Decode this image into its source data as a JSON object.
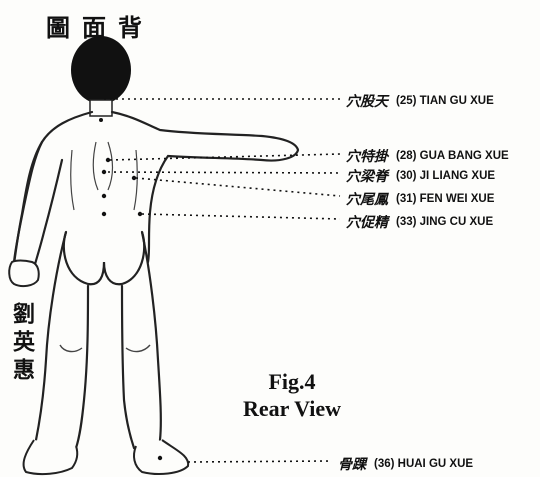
{
  "title_cn": "圖面背",
  "artist_cn": "劉英惠",
  "caption": {
    "fig": "Fig.4",
    "view": "Rear View"
  },
  "points": [
    {
      "cn": "穴股天",
      "en": "(25) TIAN GU XUE"
    },
    {
      "cn": "穴特掛",
      "en": "(28) GUA BANG XUE"
    },
    {
      "cn": "穴梁脊",
      "en": "(30) JI LIANG XUE"
    },
    {
      "cn": "穴尾鳳",
      "en": "(31) FEN WEI XUE"
    },
    {
      "cn": "穴促精",
      "en": "(33) JING CU XUE"
    },
    {
      "cn": "骨踝",
      "en": "(36) HUAI GU XUE"
    }
  ]
}
